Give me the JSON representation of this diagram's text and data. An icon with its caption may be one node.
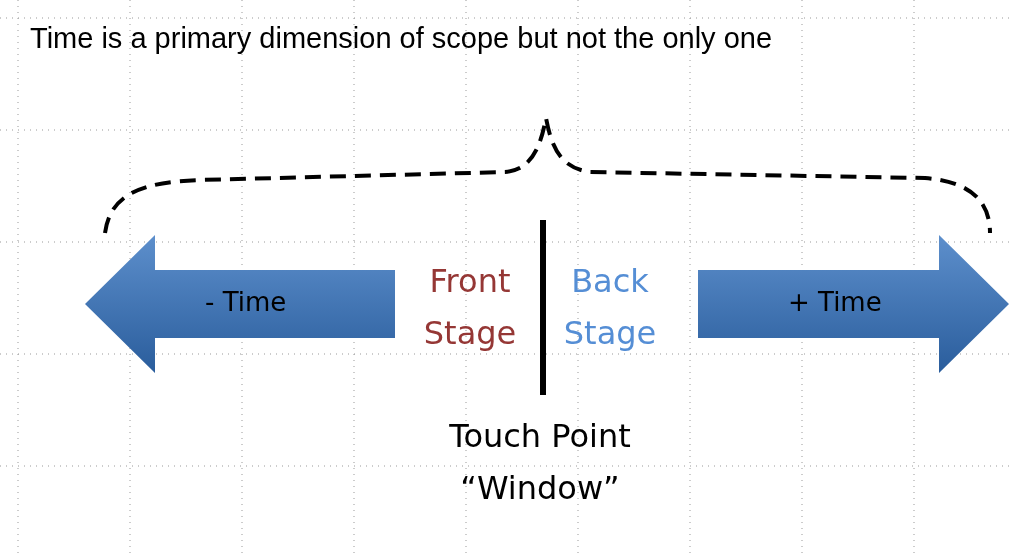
{
  "diagram": {
    "title": "Time is a primary dimension of scope but not the only one",
    "nodes": [
      {
        "text": [
          "- Time"
        ]
      },
      {
        "text": [
          "+ Time"
        ]
      }
    ],
    "labels": [
      "Front Stage",
      "Back Stage",
      "Touch Point “Window”"
    ]
  }
}
